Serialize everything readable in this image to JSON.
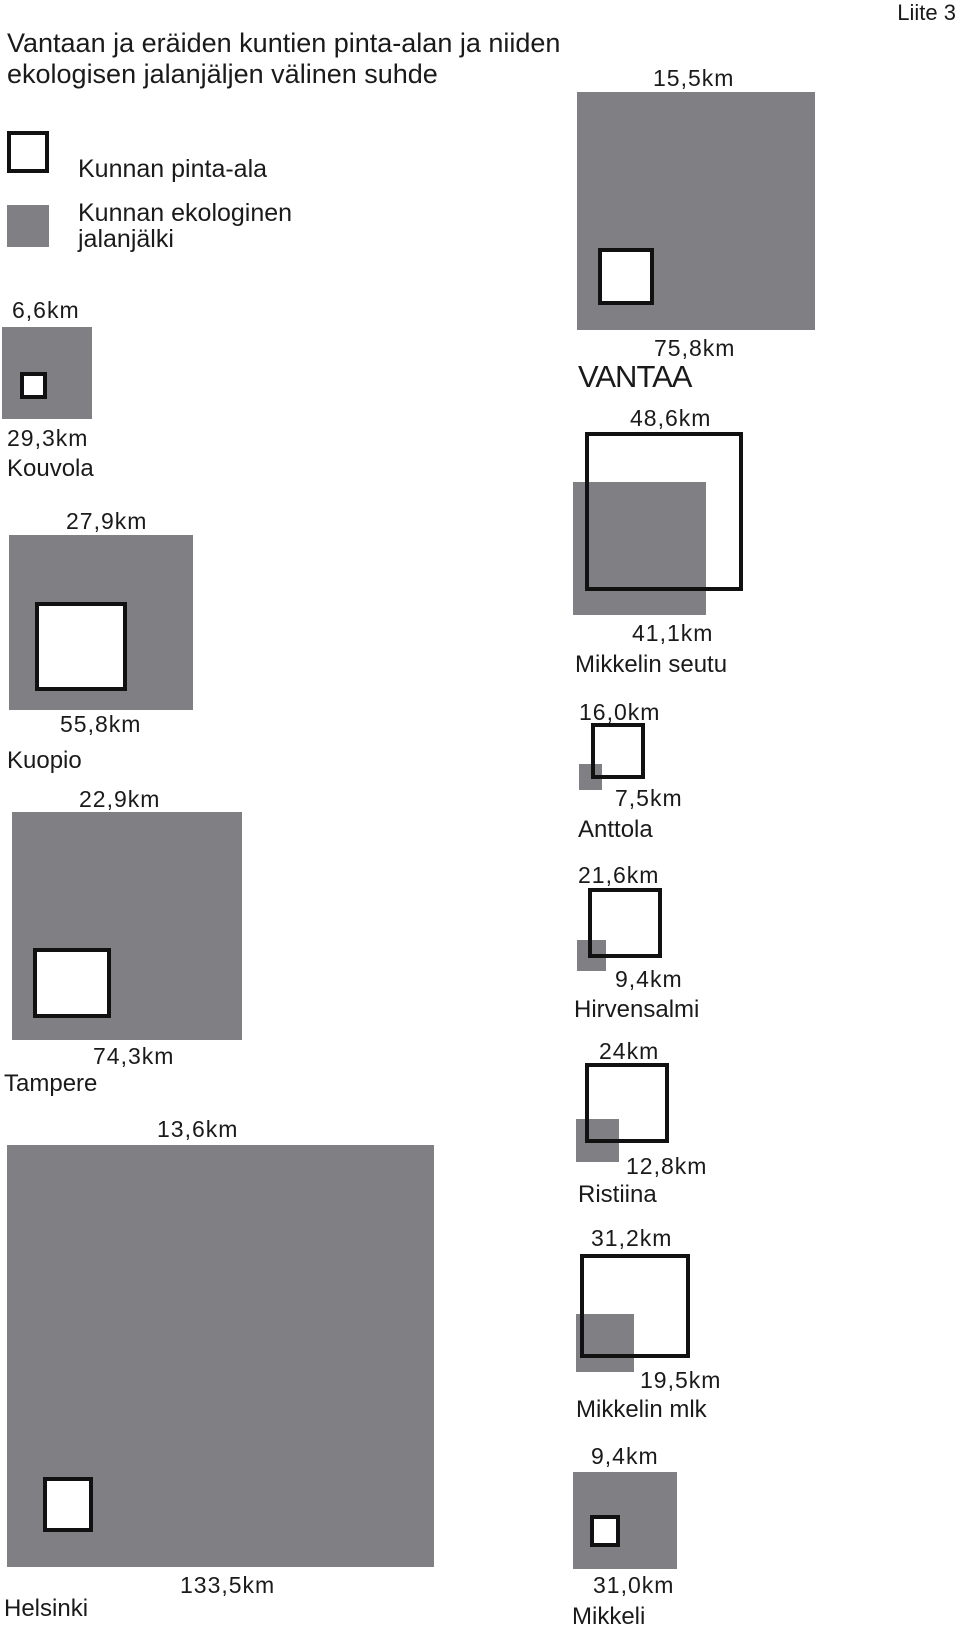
{
  "page": {
    "liite": "Liite 3",
    "title_line1": "Vantaan ja eräiden kuntien pinta-alan ja niiden",
    "title_line2": "ekologisen jalanjäljen välinen suhde"
  },
  "legend": {
    "area_label": "Kunnan pinta-ala",
    "footprint_label_line1": "Kunnan ekologinen",
    "footprint_label_line2": "jalanjälki"
  },
  "colors": {
    "footprint_fill": "#808084",
    "area_outline": "#111111",
    "background": "#ffffff"
  },
  "municipalities": {
    "vantaa": {
      "name": "VANTAA",
      "area_side": "15,5km",
      "footprint_side": "75,8km"
    },
    "kouvola": {
      "name": "Kouvola",
      "area_side": "6,6km",
      "footprint_side": "29,3km"
    },
    "kuopio": {
      "name": "Kuopio",
      "area_side": "27,9km",
      "footprint_side": "55,8km"
    },
    "tampere": {
      "name": "Tampere",
      "area_side": "22,9km",
      "footprint_side": "74,3km"
    },
    "helsinki": {
      "name": "Helsinki",
      "area_side": "13,6km",
      "footprint_side": "133,5km"
    },
    "mikkelin_seutu": {
      "name": "Mikkelin seutu",
      "area_side": "48,6km",
      "footprint_side": "41,1km"
    },
    "anttola": {
      "name": "Anttola",
      "area_side": "16,0km",
      "footprint_side": "7,5km"
    },
    "hirvensalmi": {
      "name": "Hirvensalmi",
      "area_side": "21,6km",
      "footprint_side": "9,4km"
    },
    "ristiina": {
      "name": "Ristiina",
      "area_side": "24km",
      "footprint_side": "12,8km"
    },
    "mikkelin_mlk": {
      "name": "Mikkelin mlk",
      "area_side": "31,2km",
      "footprint_side": "19,5km"
    },
    "mikkeli": {
      "name": "Mikkeli",
      "area_side": "9,4km",
      "footprint_side": "31,0km"
    }
  }
}
